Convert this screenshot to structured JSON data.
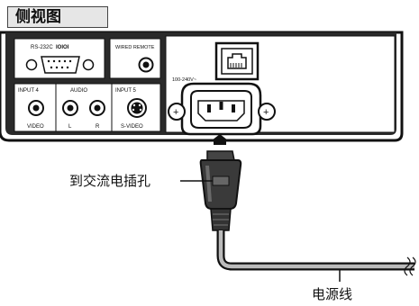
{
  "title": "侧视图",
  "panel": {
    "rs232c_label": "RS-232C",
    "rs232c_symbol": "IOIOI",
    "wired_remote_label": "WIRED REMOTE",
    "input4_label": "INPUT 4",
    "audio_label": "AUDIO",
    "input5_label": "INPUT 5",
    "video_label": "VIDEO",
    "audio_l_label": "L",
    "audio_r_label": "R",
    "svideo_label": "S-VIDEO",
    "voltage_label": "100-240V~"
  },
  "callouts": {
    "plug": "到交流电插孔",
    "cord": "电源线"
  }
}
